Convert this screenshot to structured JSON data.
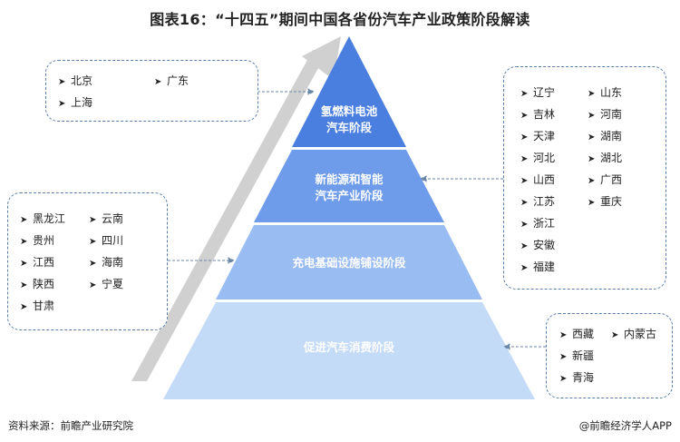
{
  "title": "图表16：“十四五”期间中国各省份汽车产业政策阶段解读",
  "footer": {
    "source": "资料来源：前瞻产业研究院",
    "credit": "@前瞻经济学人APP"
  },
  "levels": [
    {
      "id": "hydrogen",
      "lines": [
        "氢燃料电池",
        "汽车阶段"
      ],
      "color": "#4a7fe0"
    },
    {
      "id": "nev",
      "lines": [
        "新能源和智能",
        "汽车产业阶段"
      ],
      "color": "#6e9bea"
    },
    {
      "id": "charging",
      "lines": [
        "充电基础设施铺设阶段"
      ],
      "color": "#99bcf2"
    },
    {
      "id": "consumption",
      "lines": [
        "促进汽车消费阶段"
      ],
      "color": "#c4dbf8"
    }
  ],
  "groups": {
    "hydrogen": [
      "北京",
      "广东",
      "上海"
    ],
    "nev": [
      "辽宁",
      "山东",
      "吉林",
      "河南",
      "天津",
      "湖南",
      "河北",
      "湖北",
      "山西",
      "广西",
      "江苏",
      "重庆",
      "浙江",
      "安徽",
      "福建"
    ],
    "charging": [
      "黑龙江",
      "云南",
      "贵州",
      "四川",
      "江西",
      "海南",
      "陕西",
      "宁夏",
      "甘肃"
    ],
    "consumption": [
      "西藏",
      "内蒙古",
      "新疆",
      "青海"
    ]
  },
  "colors": {
    "box_border": "#5b7ea8",
    "connector": "#6a86a8",
    "side_arrow": "#cfcfcf"
  }
}
